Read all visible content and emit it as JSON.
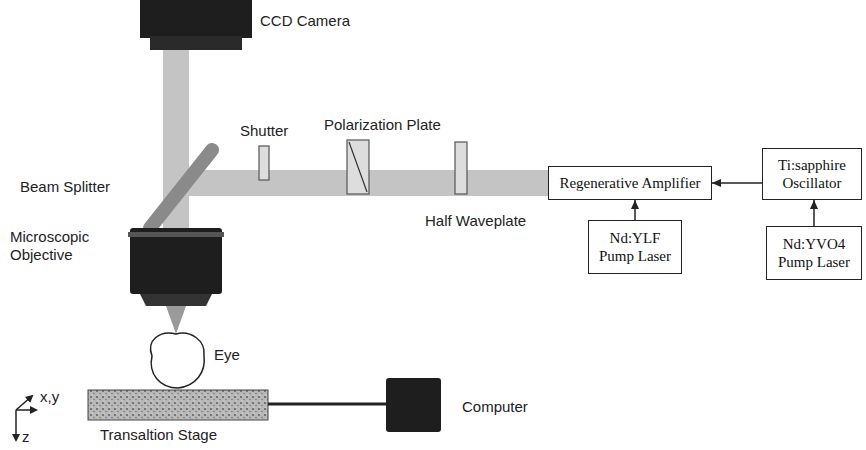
{
  "diagram": {
    "nodes": [
      {
        "text": [
          "Regenerative Amplifier"
        ]
      },
      {
        "text": [
          "Ti:sapphire Oscillator"
        ]
      },
      {
        "text": [
          "Nd:YLF Pump Laser"
        ]
      },
      {
        "text": [
          "Nd:YVO4 Pump Laser"
        ]
      }
    ],
    "edges": [
      {
        "from": 2,
        "to": 0,
        "arrow": "to"
      },
      {
        "from": 1,
        "to": 0,
        "arrow": "to"
      },
      {
        "from": 3,
        "to": 1,
        "arrow": "to"
      }
    ],
    "labels": [
      "CCD Camera",
      "Shutter",
      "Polarization Plate",
      "Beam Splitter",
      "Half Waveplate",
      "Microscopic Objective",
      "Eye",
      "Computer",
      "Transaltion Stage",
      "x,y",
      "z"
    ]
  }
}
